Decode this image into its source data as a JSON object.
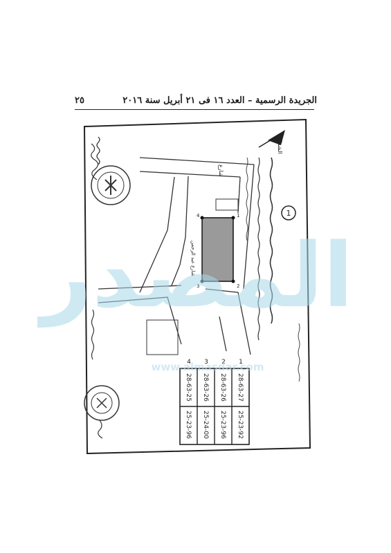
{
  "header": {
    "page_number": "٢٥",
    "title": "الجريدة الرسمية – العدد ١٦ فى ٢١ أبريل سنة ٢٠١٦"
  },
  "watermark": {
    "text": "المصدر",
    "url": "www.almasdar.com"
  },
  "map": {
    "north_label": "الشمال",
    "circle_number": "1",
    "street_top": "شارع",
    "street_label_2": "شارع عبد الرحمن",
    "coordinates_table": [
      {
        "point": "1",
        "x": "28-63-27",
        "y": "25-23-92"
      },
      {
        "point": "2",
        "x": "28-63-26",
        "y": "25-23-96"
      },
      {
        "point": "3",
        "x": "28-63-26",
        "y": "25-24-00"
      },
      {
        "point": "4",
        "x": "28-63-25",
        "y": "25-23-96"
      }
    ]
  },
  "colors": {
    "watermark": "#a8d8ea",
    "ink": "#222222",
    "parcel_fill": "#9a9a9a"
  }
}
